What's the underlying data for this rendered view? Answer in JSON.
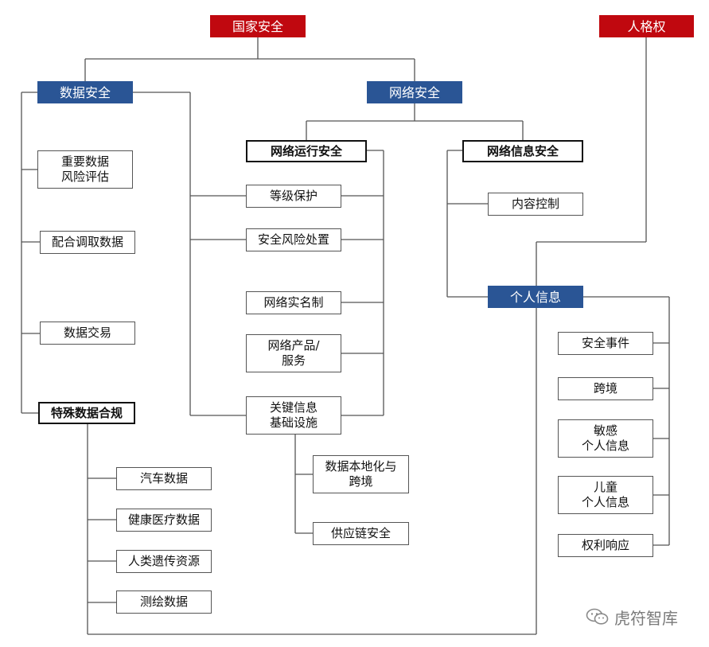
{
  "nodes": {
    "national_security": "国家安全",
    "personality_rights": "人格权",
    "data_security": "数据安全",
    "network_security": "网络安全",
    "important_data_risk": "重要数据\n风险评估",
    "cooperate_data_retrieval": "配合调取数据",
    "data_trading": "数据交易",
    "special_data_compliance": "特殊数据合规",
    "network_operation_security": "网络运行安全",
    "network_information_security": "网络信息安全",
    "classified_protection": "等级保护",
    "security_risk_handling": "安全风险处置",
    "real_name_system": "网络实名制",
    "network_products_services": "网络产品/\n服务",
    "critical_infrastructure": "关键信息\n基础设施",
    "data_localization": "数据本地化与\n跨境",
    "supply_chain_security": "供应链安全",
    "content_control": "内容控制",
    "personal_information": "个人信息",
    "security_incident": "安全事件",
    "cross_border": "跨境",
    "sensitive_personal_info": "敏感\n个人信息",
    "children_personal_info": "儿童\n个人信息",
    "rights_response": "权利响应",
    "automotive_data": "汽车数据",
    "health_medical_data": "健康医疗数据",
    "human_genetic_resources": "人类遗传资源",
    "surveying_mapping_data": "测绘数据"
  },
  "watermark": {
    "text": "虎符智库",
    "icon": "wechat-icon"
  },
  "colors": {
    "red": "#c0080f",
    "blue": "#2a5595",
    "line": "#555555"
  }
}
